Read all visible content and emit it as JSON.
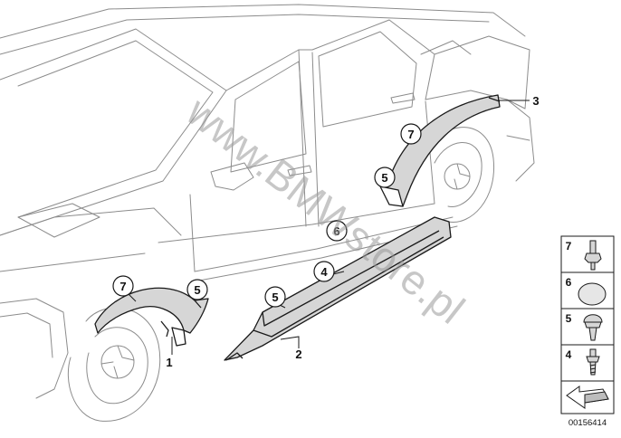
{
  "watermark": "www.BMWstore.pl",
  "diagram_number": "00156414",
  "callouts": {
    "c1": "1",
    "c2": "2",
    "c3": "3",
    "c4": "4",
    "c5a": "5",
    "c5b": "5",
    "c5c": "5",
    "c6": "6",
    "c7a": "7",
    "c7b": "7"
  },
  "legend": {
    "items": [
      {
        "num": "7",
        "part": "expanding-rivet"
      },
      {
        "num": "6",
        "part": "round-cap"
      },
      {
        "num": "5",
        "part": "spreading-clip"
      },
      {
        "num": "4",
        "part": "screw-clip"
      }
    ]
  },
  "colors": {
    "line": "#1a1a1a",
    "faint": "#8c8c8c",
    "part_fill": "#d6d6d6"
  }
}
